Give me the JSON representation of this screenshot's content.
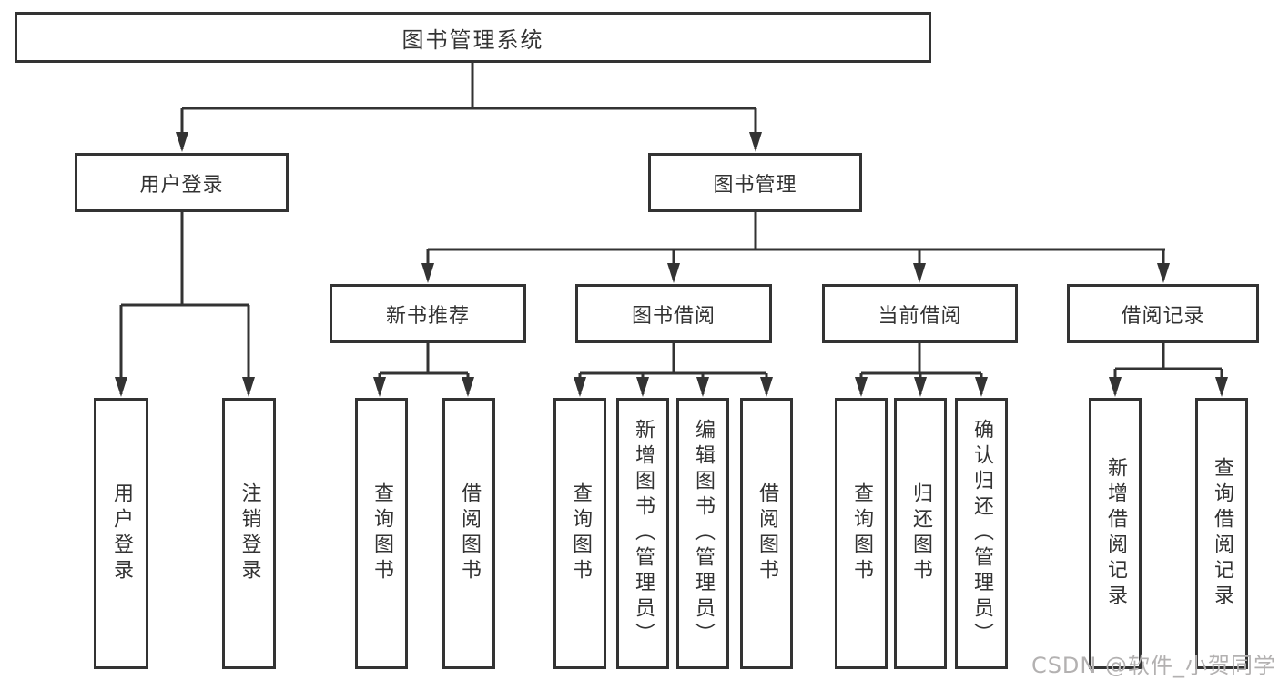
{
  "colors": {
    "line": "#333333",
    "text": "#333333",
    "background": "#ffffff",
    "watermark": "#b3b1b1"
  },
  "watermark": "CSDN @软件_小贺同学",
  "tree": {
    "label": "图书管理系统",
    "children": [
      {
        "label": "用户登录",
        "children": [
          {
            "label": "用户登录"
          },
          {
            "label": "注销登录"
          }
        ]
      },
      {
        "label": "图书管理",
        "children": [
          {
            "label": "新书推荐",
            "children": [
              {
                "label": "查询图书"
              },
              {
                "label": "借阅图书"
              }
            ]
          },
          {
            "label": "图书借阅",
            "children": [
              {
                "label": "查询图书"
              },
              {
                "label": "新增图书（管理员）"
              },
              {
                "label": "编辑图书（管理员）"
              },
              {
                "label": "借阅图书"
              }
            ]
          },
          {
            "label": "当前借阅",
            "children": [
              {
                "label": "查询图书"
              },
              {
                "label": "归还图书"
              },
              {
                "label": "确认归还（管理员）"
              }
            ]
          },
          {
            "label": "借阅记录",
            "children": [
              {
                "label": "新增借阅记录"
              },
              {
                "label": "查询借阅记录"
              }
            ]
          }
        ]
      }
    ]
  }
}
